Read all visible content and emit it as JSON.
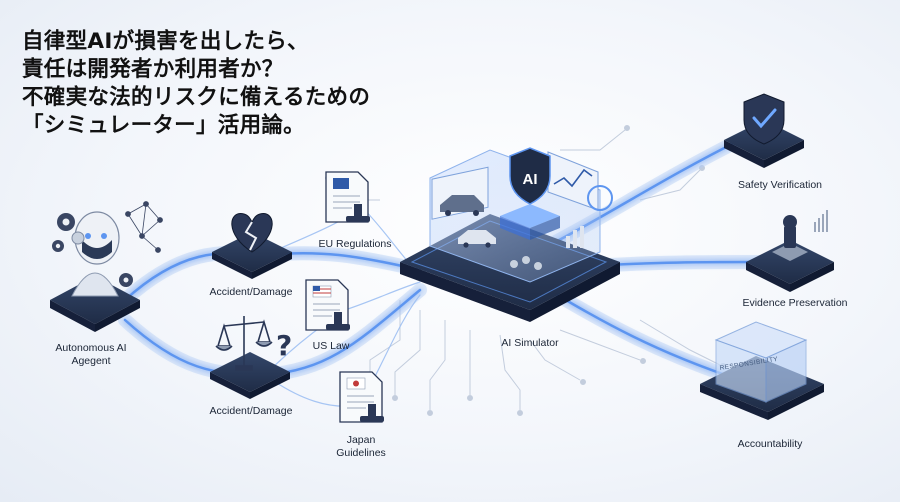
{
  "headline": {
    "line1": "自律型AIが損害を出したら、",
    "line2": "責任は開発者か利用者か？",
    "line3": "不確実な法的リスクに備えるための",
    "line4": "「シミュレーター」活用論。"
  },
  "nodes": {
    "agent": "Autonomous AI Agegent",
    "accident_top": "Accident/Damage",
    "accident_bottom": "Accident/Damage",
    "eu": "EU Regulations",
    "us": "US Law",
    "japan": "Japan Guidelines",
    "simulator": "AI Simulator",
    "safety": "Safety Verification",
    "evidence": "Evidence Preservation",
    "accountability": "Accountability"
  },
  "simulator_badge": "AI",
  "box_inscription": "RESPONSIBILITY",
  "icons": [
    "robot-head-icon",
    "gear-icon",
    "neural-network-icon",
    "broken-heart-icon",
    "scales-icon",
    "question-mark-icon",
    "eu-document-icon",
    "us-document-icon",
    "japan-document-icon",
    "stamp-icon",
    "shield-check-icon",
    "gavel-icon",
    "transparent-box-icon",
    "car-icon",
    "chart-icon"
  ],
  "colors": {
    "navy": "#1f2c46",
    "glow": "#6fa8ff",
    "accent": "#3b6fd8"
  }
}
